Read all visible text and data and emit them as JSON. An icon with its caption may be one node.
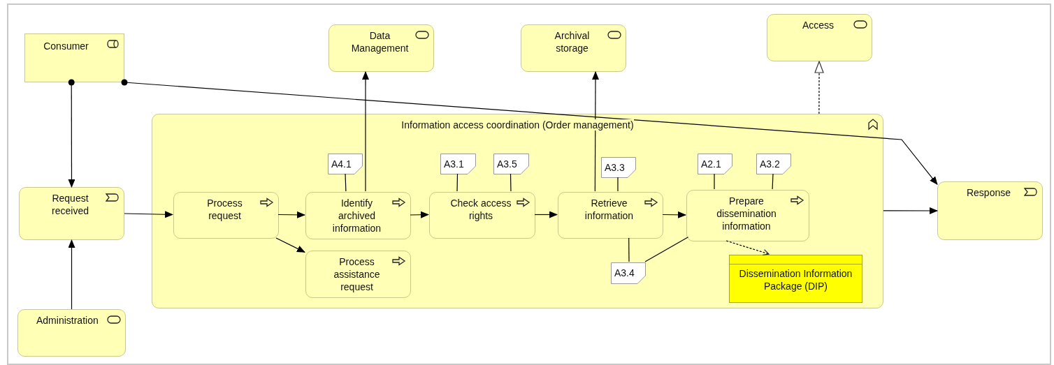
{
  "diagram": {
    "nodes": [
      {
        "text": [
          "Consumer"
        ]
      },
      {
        "text": [
          "Data Management"
        ]
      },
      {
        "text": [
          "Archival storage"
        ]
      },
      {
        "text": [
          "Access"
        ]
      },
      {
        "text": [
          "Request received"
        ]
      },
      {
        "text": [
          "Information access coordination (Order management)"
        ]
      },
      {
        "text": [
          "Process request"
        ],
        "in": 5
      },
      {
        "text": [
          "Identify archived information"
        ],
        "in": 5
      },
      {
        "text": [
          "Process assistance request"
        ],
        "in": 5
      },
      {
        "text": [
          "Check access rights"
        ],
        "in": 5
      },
      {
        "text": [
          "Retrieve information"
        ],
        "in": 5
      },
      {
        "text": [
          "Prepare dissemination information"
        ],
        "in": 5
      },
      {
        "text": [
          "Dissemination Information Package (DIP)"
        ],
        "in": 5
      },
      {
        "text": [
          "Response"
        ]
      },
      {
        "text": [
          "Administration"
        ]
      },
      {
        "text": [
          "A4.1"
        ],
        "in": 5
      },
      {
        "text": [
          "A3.1"
        ],
        "in": 5
      },
      {
        "text": [
          "A3.5"
        ],
        "in": 5
      },
      {
        "text": [
          "A3.3"
        ],
        "in": 5
      },
      {
        "text": [
          "A2.1"
        ],
        "in": 5
      },
      {
        "text": [
          "A3.2"
        ],
        "in": 5
      },
      {
        "text": [
          "A3.4"
        ],
        "in": 5
      }
    ],
    "edges": [
      {
        "from": 0,
        "to": 4,
        "arrow": "to"
      },
      {
        "from": 0,
        "to": 13,
        "arrow": "to"
      },
      {
        "from": 14,
        "to": 4,
        "arrow": "to"
      },
      {
        "from": 4,
        "to": 6,
        "arrow": "to"
      },
      {
        "from": 6,
        "to": 7,
        "arrow": "to"
      },
      {
        "from": 6,
        "to": 8,
        "arrow": "to"
      },
      {
        "from": 7,
        "to": 9,
        "arrow": "to"
      },
      {
        "from": 9,
        "to": 10,
        "arrow": "to"
      },
      {
        "from": 10,
        "to": 11,
        "arrow": "to"
      },
      {
        "from": 7,
        "to": 1,
        "arrow": "to"
      },
      {
        "from": 10,
        "to": 2,
        "arrow": "to"
      },
      {
        "from": 5,
        "to": 3,
        "arrow": "to",
        "style": "dashed"
      },
      {
        "from": 5,
        "to": 13,
        "arrow": "to"
      },
      {
        "from": 11,
        "to": 12,
        "arrow": "to",
        "style": "dashed"
      },
      {
        "from": 15,
        "to": 7,
        "arrow": "none"
      },
      {
        "from": 16,
        "to": 9,
        "arrow": "none"
      },
      {
        "from": 17,
        "to": 9,
        "arrow": "none"
      },
      {
        "from": 18,
        "to": 10,
        "arrow": "none"
      },
      {
        "from": 19,
        "to": 11,
        "arrow": "none"
      },
      {
        "from": 20,
        "to": 11,
        "arrow": "none"
      },
      {
        "from": 21,
        "to": 10,
        "arrow": "none"
      },
      {
        "from": 21,
        "to": 11,
        "arrow": "none"
      }
    ]
  }
}
